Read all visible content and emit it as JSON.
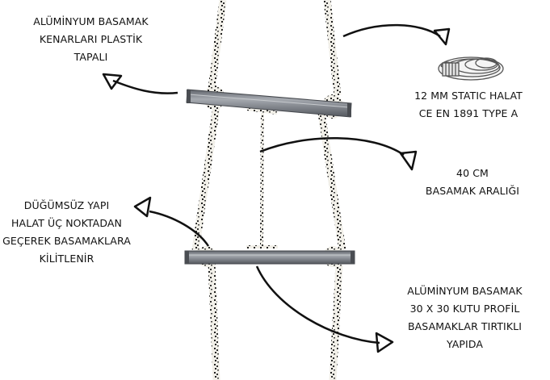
{
  "diagram": {
    "subject": "Aluminium rope ladder with 12 mm static rope",
    "labels": {
      "top_left": {
        "lines": [
          "ALÜMİNYUM BASAMAK",
          "KENARLARI PLASTİK",
          "TAPALI"
        ]
      },
      "top_right": {
        "lines": [
          "12 MM STATIC HALAT",
          "CE EN 1891 TYPE A"
        ]
      },
      "mid_right": {
        "lines": [
          "40 CM",
          "BASAMAK ARALIĞI"
        ]
      },
      "mid_left": {
        "lines": [
          "DÜĞÜMSÜZ YAPI",
          "HALAT ÜÇ NOKTADAN",
          "GEÇEREK BASAMAKLARA",
          "KİLİTLENİR"
        ]
      },
      "bottom_right": {
        "lines": [
          "ALÜMİNYUM BASAMAK",
          "30 X 30 KUTU PROFİL",
          "BASAMAKLAR TIRTIKLI",
          "YAPIDA"
        ]
      }
    },
    "icons": {
      "rope_coil": "rope-coil-icon",
      "arrow": "hand-drawn-arrow-icon"
    },
    "colors": {
      "rung": "#7b7f86",
      "rung_highlight": "#a9adb3",
      "rope": "#f2f0ea",
      "rope_fleck": "#2a2a2a",
      "arrow": "#111111"
    }
  }
}
